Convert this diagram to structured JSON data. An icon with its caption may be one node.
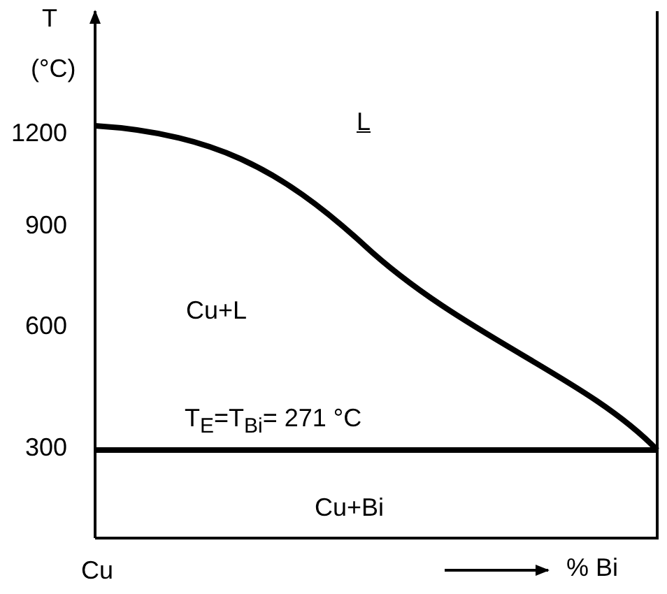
{
  "diagram": {
    "labels": [
      "T",
      "(°C)",
      "1200",
      "900",
      "600",
      "300",
      "L",
      "Cu+L",
      "T$_{E}$=T$_{Bi}$= 271 °C",
      "Cu+Bi",
      "Cu",
      "% Bi"
    ]
  }
}
